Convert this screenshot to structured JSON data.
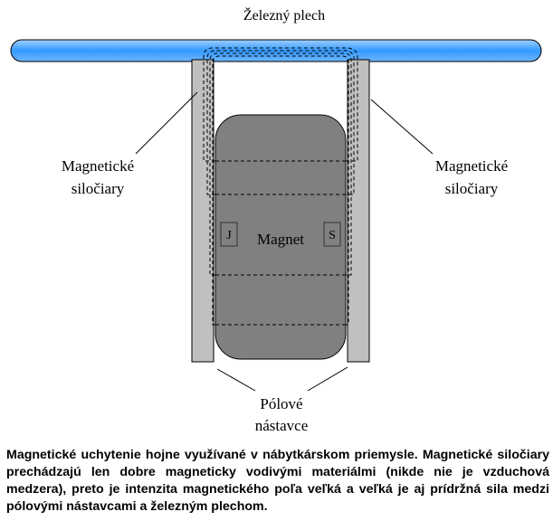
{
  "labels": {
    "sheet": "Železný plech",
    "field_lines_left": [
      "Magnetické",
      "siločiary"
    ],
    "field_lines_right": [
      "Magnetické",
      "siločiary"
    ],
    "magnet": "Magnet",
    "pole_left": "J",
    "pole_right": "S",
    "pole_pieces": [
      "Pólové",
      "nástavce"
    ]
  },
  "caption": "Magnetické uchytenie hojne využívané v nábytkárskom priemysle. Magnetické siločiary prechádzajú len dobre magneticky vodivými materiálmi (nikde nie je vzduchová medzera), preto je intenzita magnetického poľa veľká a veľká je aj prídržná sila medzi pólovými nástavcami a železným plechom.",
  "colors": {
    "sheet_fill": "#3399ff",
    "magnet_fill": "#808080",
    "pole_piece_fill": "#c0c0c0"
  }
}
